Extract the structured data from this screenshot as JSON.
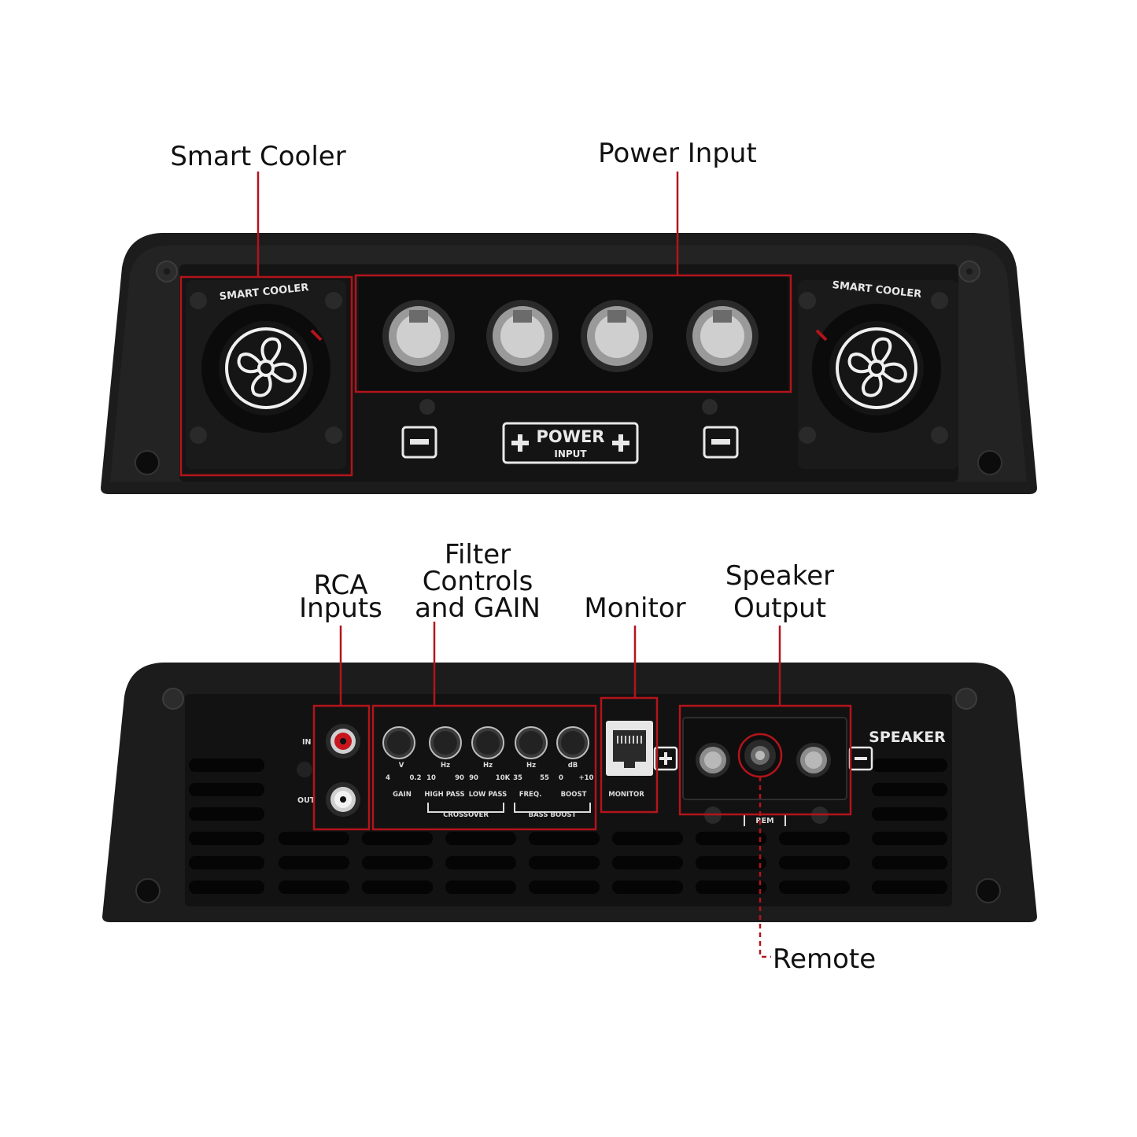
{
  "top_view": {
    "callouts": {
      "smart_cooler": "Smart Cooler",
      "power_input": "Power Input"
    },
    "fan_label_left": "SMART COOLER",
    "fan_label_right": "SMART COOLER",
    "power_label_main": "POWER",
    "power_label_sub": "INPUT"
  },
  "bottom_view": {
    "callouts": {
      "rca_inputs_line1": "RCA",
      "rca_inputs_line2": "Inputs",
      "filter_line1": "Filter",
      "filter_line2": "Controls",
      "filter_line3": "and GAIN",
      "monitor": "Monitor",
      "speaker_line1": "Speaker",
      "speaker_line2": "Output",
      "remote": "Remote"
    },
    "rca_in": "IN",
    "rca_out": "OUT",
    "knobs": [
      {
        "label": "GAIN",
        "unit": "V",
        "min": "4",
        "max": "0.2"
      },
      {
        "label": "HIGH PASS",
        "unit": "Hz",
        "min": "10",
        "max": "90"
      },
      {
        "label": "LOW PASS",
        "unit": "Hz",
        "min": "90",
        "max": "10K"
      },
      {
        "label": "FREQ.",
        "unit": "Hz",
        "min": "35",
        "max": "55"
      },
      {
        "label": "BOOST",
        "unit": "dB",
        "min": "0",
        "max": "+10"
      }
    ],
    "crossover": "CROSSOVER",
    "bass_boost": "BASS BOOST",
    "monitor_label": "MONITOR",
    "speaker_label": "SPEAKER",
    "rem_label": "REM"
  },
  "colors": {
    "callout_red": "#b3141b",
    "amp_body": "#1b1b1b",
    "panel": "#111111"
  }
}
